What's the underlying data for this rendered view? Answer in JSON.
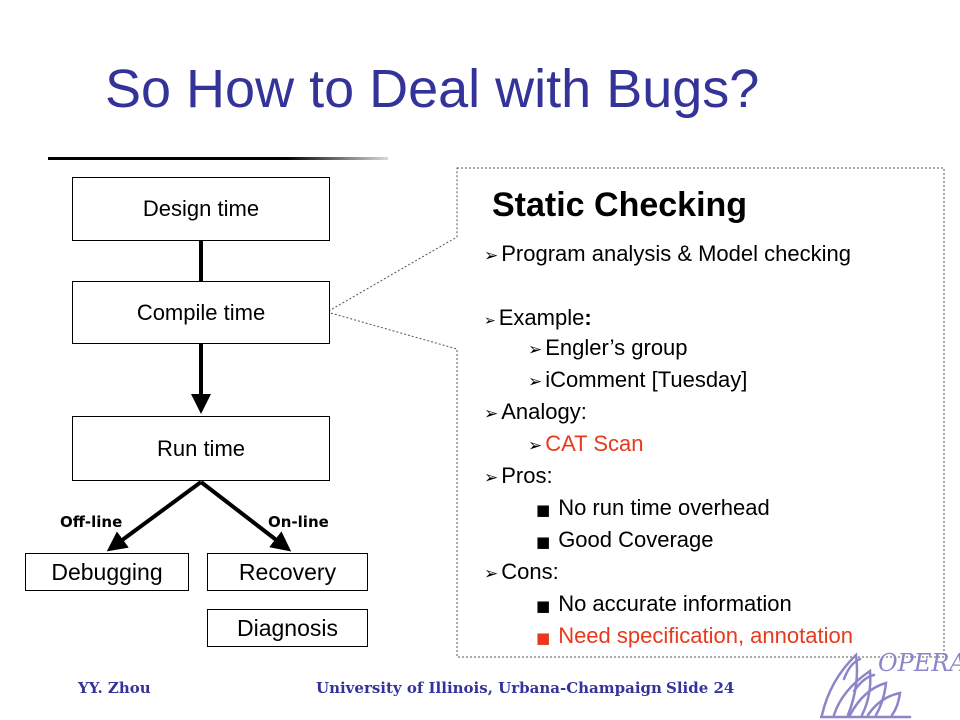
{
  "slide": {
    "title": "So How to Deal with Bugs?",
    "footer": {
      "author": "YY. Zhou",
      "institution": "University of Illinois, Urbana-Champaign",
      "slide_number": "Slide 24"
    },
    "logo_text": "OPERA"
  },
  "flow": {
    "design": "Design time",
    "compile": "Compile time",
    "run": "Run time",
    "offline": "Off-line",
    "online": "On-line",
    "debugging": "Debugging",
    "recovery": "Recovery",
    "diagnosis": "Diagnosis"
  },
  "callout": {
    "title": "Static Checking",
    "program_analysis": "Program analysis & Model checking",
    "example": "Example",
    "example_colon": ":",
    "engler": "Engler’s group",
    "icomment": "iComment [Tuesday]",
    "analogy": "Analogy:",
    "cat_scan": "CAT Scan",
    "pros": "Pros:",
    "pro1": "No run time overhead",
    "pro2": "Good Coverage",
    "cons": "Cons:",
    "con1": "No accurate information",
    "con2": "Need specification, annotation"
  },
  "colors": {
    "title": "#333399",
    "highlight": "#e8391c",
    "footer": "#333399"
  }
}
